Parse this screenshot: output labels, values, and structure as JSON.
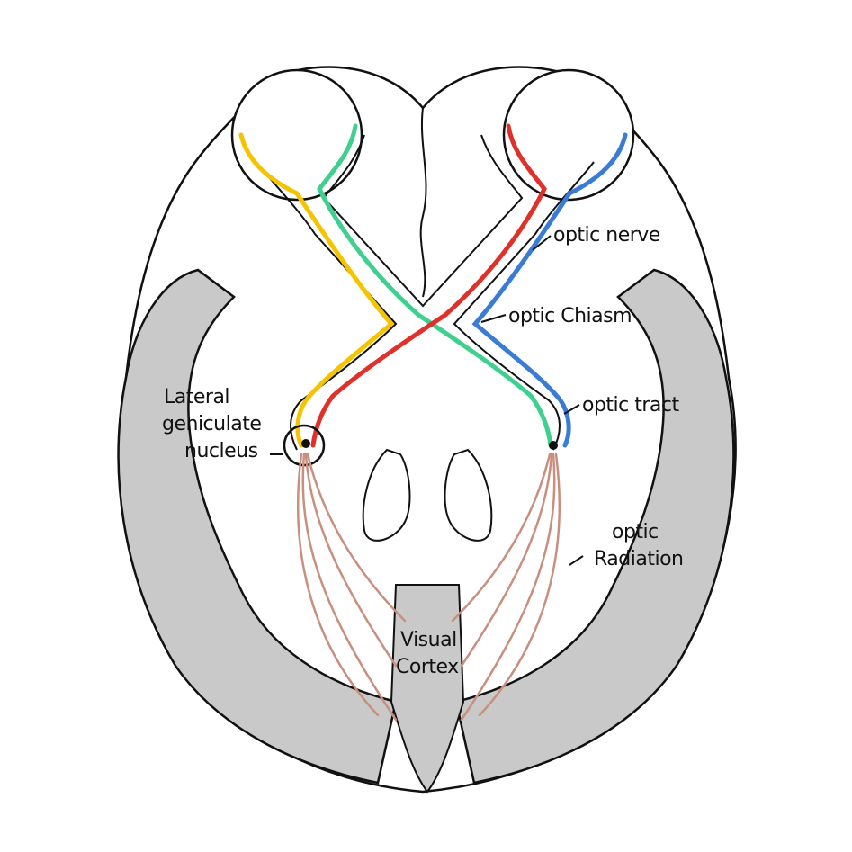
{
  "labels": {
    "optic_nerve": "optic nerve",
    "optic_chiasm": "optic Chiasm",
    "optic_tract": "optic tract",
    "lgn_line1": "Lateral",
    "lgn_line2": "geniculate",
    "lgn_line3": "nucleus",
    "radiation_line1": "optic",
    "radiation_line2": "Radiation",
    "cortex_line1": "Visual",
    "cortex_line2": "Cortex"
  },
  "colors": {
    "outline": "#111111",
    "cortex_gray": "#c9c9c9",
    "left_eye_temporal": "#f5c400",
    "left_eye_nasal": "#3fcf8e",
    "right_eye_nasal": "#e0302a",
    "right_eye_temporal": "#3a7bd5",
    "optic_radiation": "#c98f7e"
  }
}
